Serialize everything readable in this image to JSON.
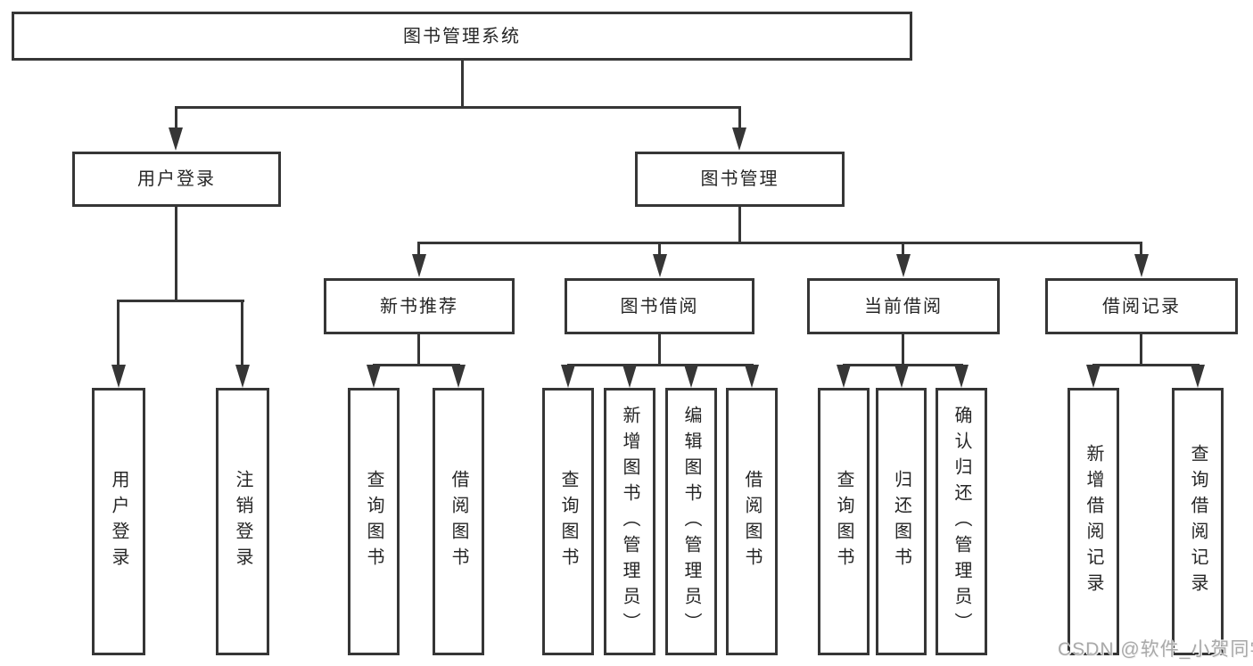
{
  "colors": {
    "line": "#363636",
    "text": "#262626",
    "box_background": "#ffffff",
    "page_background": "#ffffff",
    "watermark": "#a9a9a9"
  },
  "watermark": {
    "text": "CSDN @软件_小贺同学"
  },
  "nodes": {
    "root": "图书管理系统",
    "user_login": "用户登录",
    "book_management": "图书管理",
    "new_book_recommend": "新书推荐",
    "book_borrowing": "图书借阅",
    "current_borrowing": "当前借阅",
    "borrowing_records": "借阅记录",
    "leaf_user_login": "用户登录",
    "leaf_logout_login": "注销登录",
    "leaf_query_books_recommend": "查询图书",
    "leaf_borrow_books_recommend": "借阅图书",
    "leaf_query_books_borrowing": "查询图书",
    "leaf_add_books_admin": "新增图书（管理员）",
    "leaf_edit_books_admin": "编辑图书（管理员）",
    "leaf_borrow_books_borrowing": "借阅图书",
    "leaf_query_books_current": "查询图书",
    "leaf_return_books": "归还图书",
    "leaf_confirm_return_admin": "确认归还（管理员）",
    "leaf_add_borrow_record": "新增借阅记录",
    "leaf_query_borrow_record": "查询借阅记录"
  }
}
